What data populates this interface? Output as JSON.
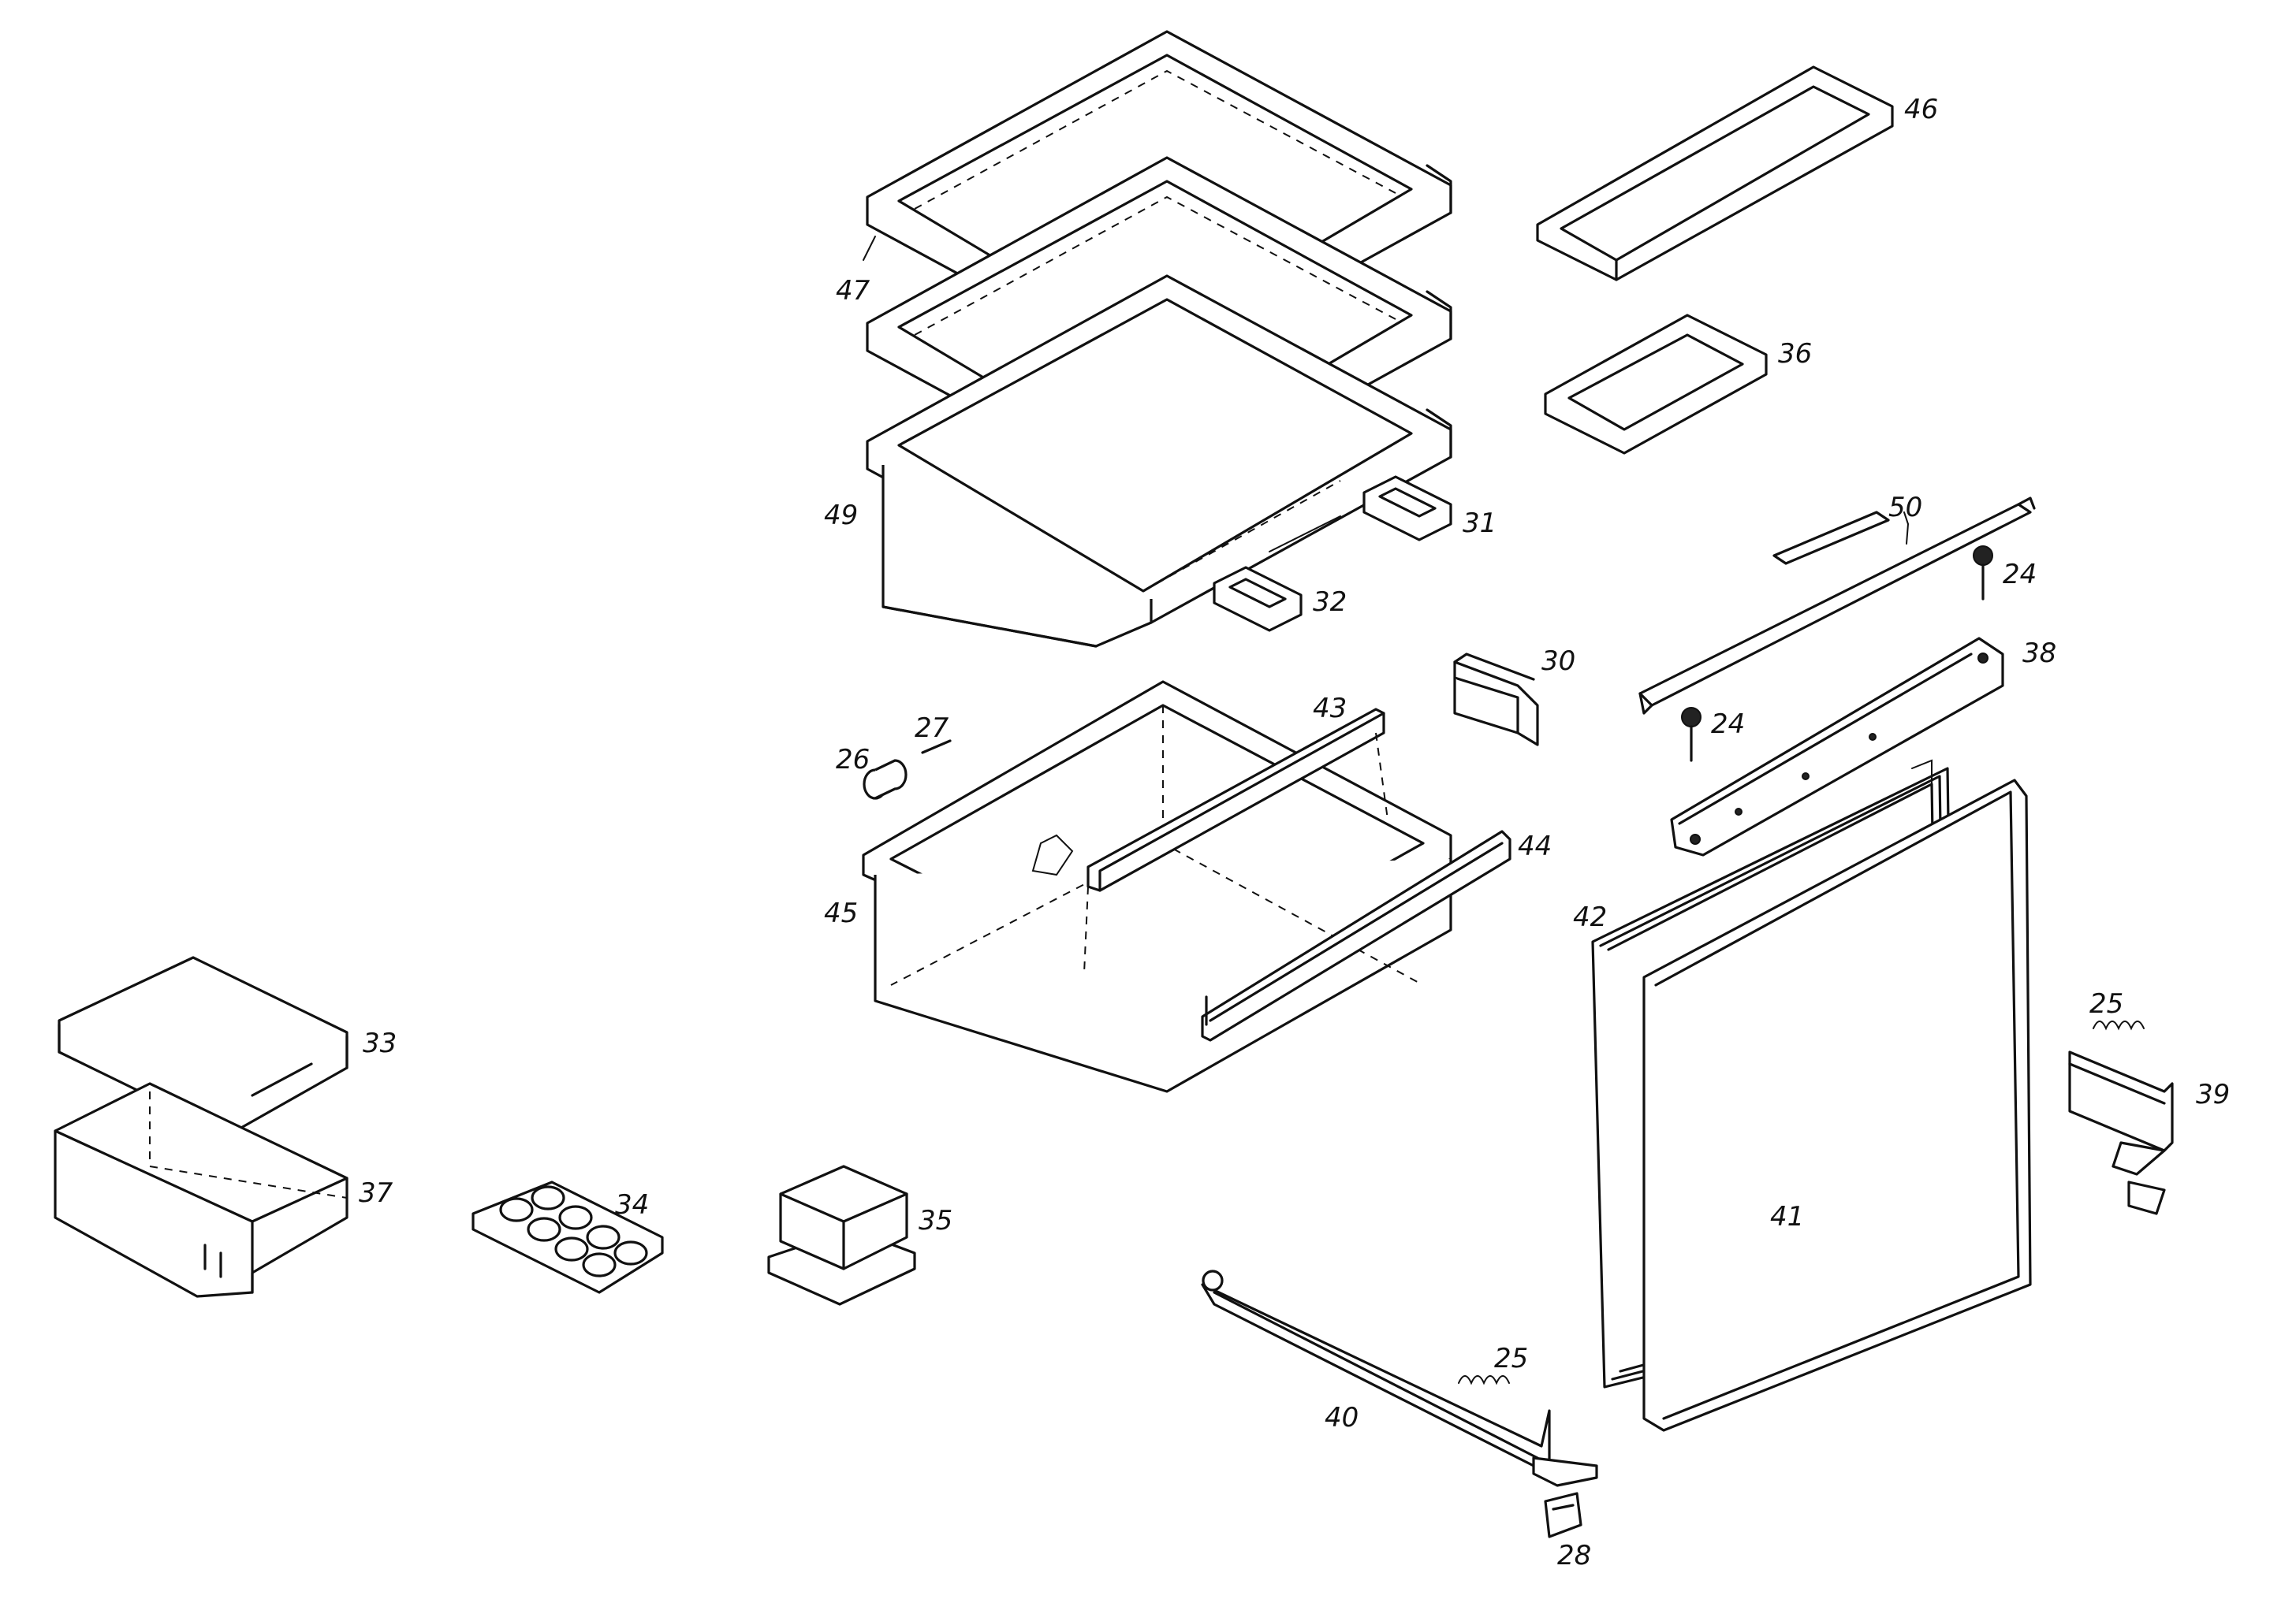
{
  "callouts": {
    "c46": "46",
    "c47": "47",
    "c49": "49",
    "c36": "36",
    "c31": "31",
    "c32": "32",
    "c50": "50",
    "c24a": "24",
    "c24b": "24",
    "c38": "38",
    "c30": "30",
    "c43": "43",
    "c27": "27",
    "c26": "26",
    "c44": "44",
    "c45": "45",
    "c42": "42",
    "c33": "33",
    "c37": "37",
    "c34": "34",
    "c35": "35",
    "c41": "41",
    "c25a": "25",
    "c39": "39",
    "c25b": "25",
    "c40": "40",
    "c28": "28"
  }
}
